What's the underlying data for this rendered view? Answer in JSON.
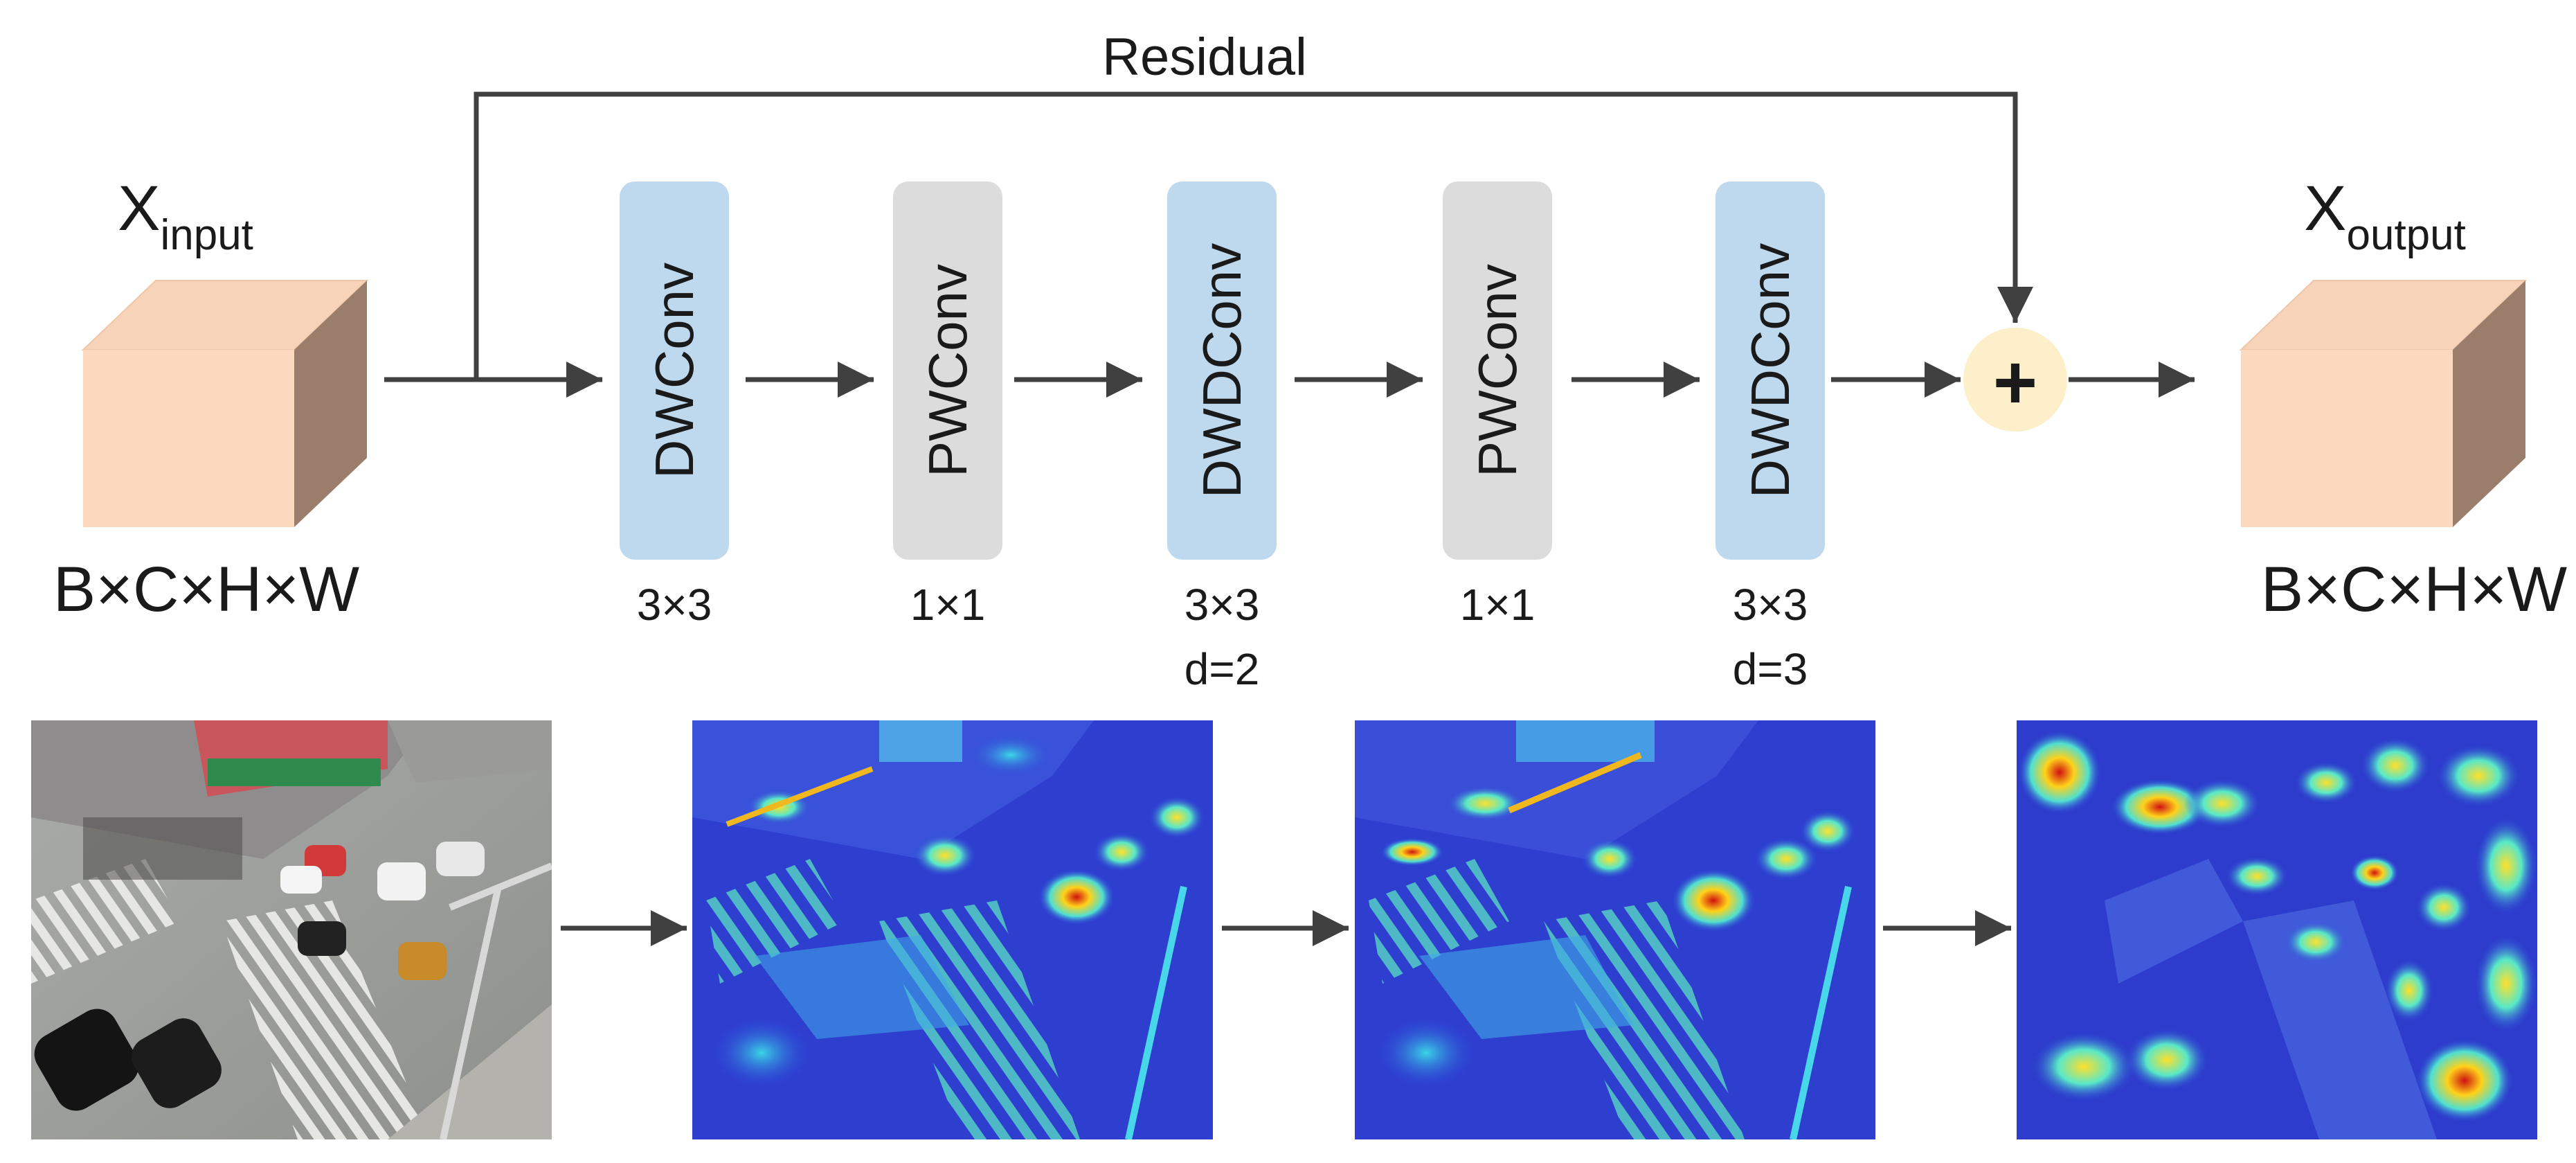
{
  "residual_label": "Residual",
  "input": {
    "symbol": "X",
    "subscript": "input",
    "shape": "B×C×H×W",
    "color": "#FCD8BE"
  },
  "output": {
    "symbol": "X",
    "subscript": "output",
    "shape": "B×C×H×W",
    "color": "#FCD8BE"
  },
  "blocks": [
    {
      "name": "DWConv",
      "kernel": "3×3",
      "dilation": "",
      "color": "#BED8EE"
    },
    {
      "name": "PWConv",
      "kernel": "1×1",
      "dilation": "",
      "color": "#DCDCDC"
    },
    {
      "name": "DWDConv",
      "kernel": "3×3",
      "dilation": "d=2",
      "color": "#BED8EE"
    },
    {
      "name": "PWConv",
      "kernel": "1×1",
      "dilation": "",
      "color": "#DCDCDC"
    },
    {
      "name": "DWDConv",
      "kernel": "3×3",
      "dilation": "d=3",
      "color": "#BED8EE"
    }
  ],
  "add_symbol": "+",
  "add_color": "#FCEFC9",
  "arrow_color": "#404040",
  "images": [
    {
      "kind": "photo"
    },
    {
      "kind": "heatmap"
    },
    {
      "kind": "heatmap"
    },
    {
      "kind": "heatmap"
    }
  ]
}
